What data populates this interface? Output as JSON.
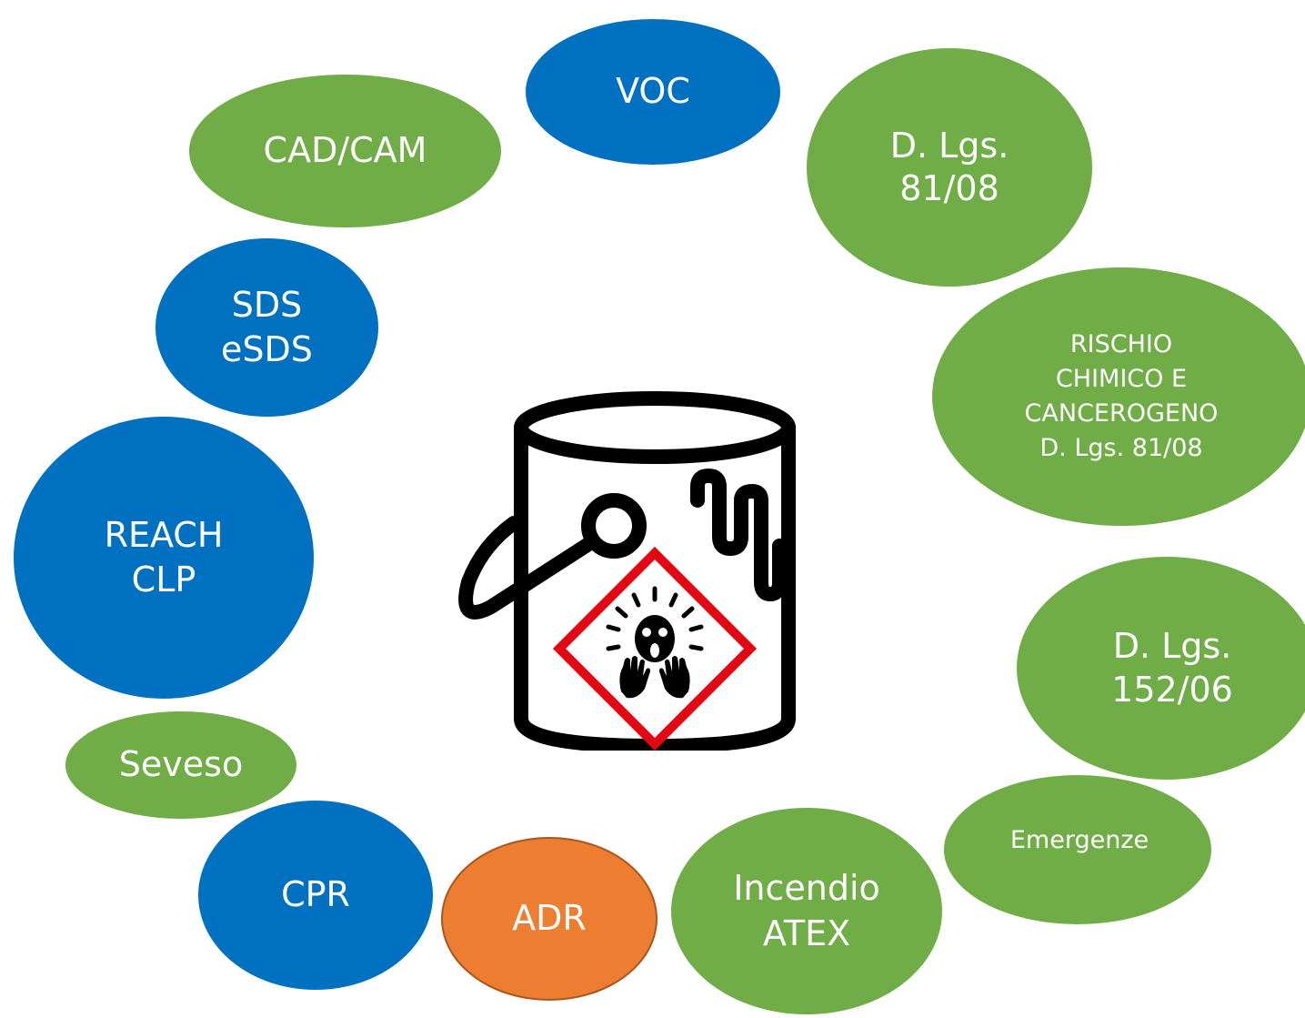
{
  "diagram": {
    "colors": {
      "green": "#70ad47",
      "blue": "#0070c0",
      "orange": "#ed7d31",
      "hazard_red": "#e30613"
    },
    "center_icon": "paint-can-with-toxic-hazard-icon",
    "bubbles": {
      "voc": {
        "color": "blue",
        "lines": [
          "VOC"
        ]
      },
      "cadcam": {
        "color": "green",
        "lines": [
          "CAD/CAM"
        ]
      },
      "dlgs81": {
        "color": "green",
        "lines": [
          "D. Lgs.",
          "81/08"
        ]
      },
      "sds": {
        "color": "blue",
        "lines": [
          "SDS",
          "eSDS"
        ]
      },
      "rischio": {
        "color": "green",
        "lines": [
          "RISCHIO",
          "CHIMICO E",
          "CANCEROGENO",
          "D. Lgs. 81/08"
        ]
      },
      "reach": {
        "color": "blue",
        "lines": [
          "REACH",
          "CLP"
        ]
      },
      "dlgs152": {
        "color": "green",
        "lines": [
          "D. Lgs.",
          "152/06"
        ]
      },
      "seveso": {
        "color": "green",
        "lines": [
          "Seveso"
        ]
      },
      "emerg": {
        "color": "green",
        "lines": [
          "Emergenze"
        ]
      },
      "cpr": {
        "color": "blue",
        "lines": [
          "CPR"
        ]
      },
      "incendio": {
        "color": "green",
        "lines": [
          "Incendio",
          "ATEX"
        ]
      },
      "adr": {
        "color": "orange",
        "lines": [
          "ADR"
        ]
      }
    }
  }
}
